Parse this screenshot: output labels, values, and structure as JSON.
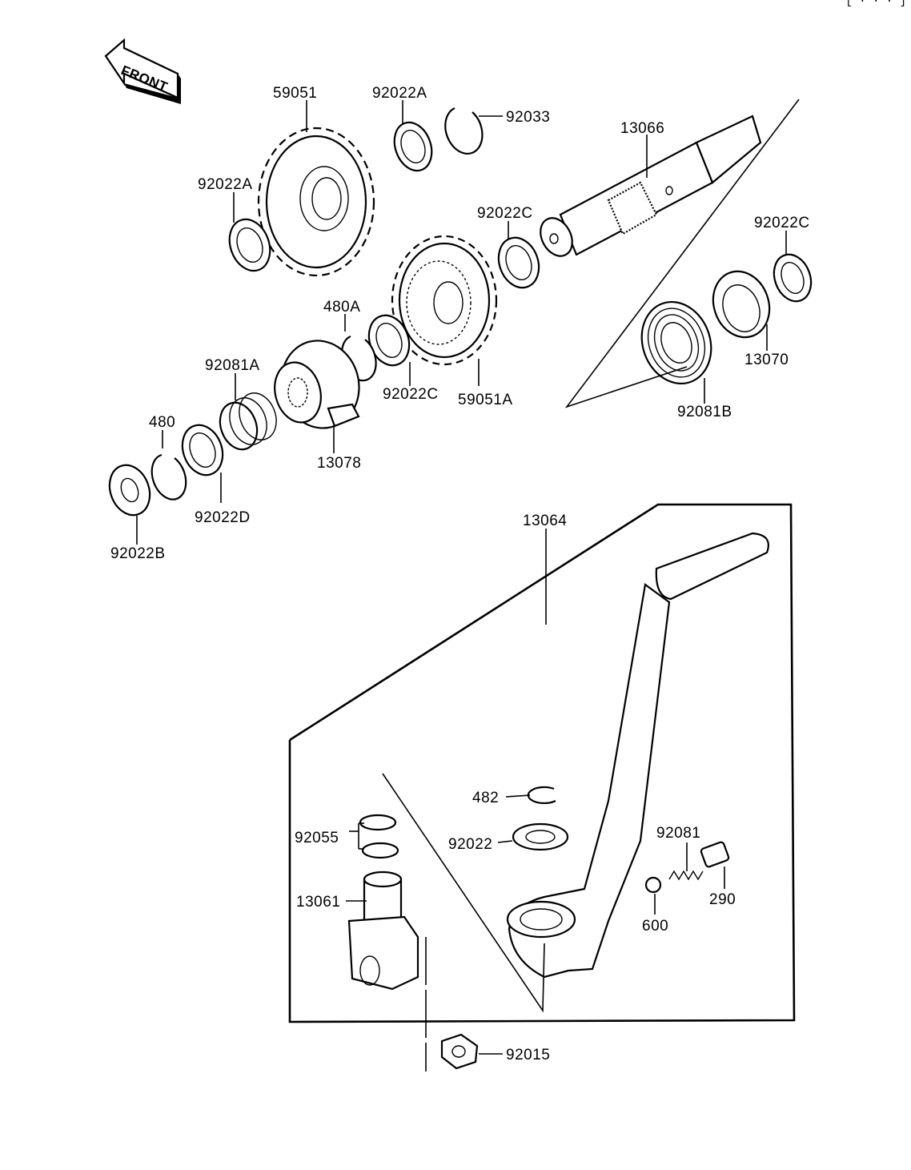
{
  "front_arrow": {
    "label": "FRONT"
  },
  "parts": {
    "p59051": "59051",
    "p92022A_top": "92022A",
    "p92033": "92033",
    "p13066": "13066",
    "p92022A_left": "92022A",
    "p92022C_mid": "92022C",
    "p92022C_right": "92022C",
    "p480A": "480A",
    "p92081A": "92081A",
    "p92022C_low": "92022C",
    "p59051A": "59051A",
    "p13070": "13070",
    "p92081B": "92081B",
    "p480": "480",
    "p13078": "13078",
    "p92022D": "92022D",
    "p92022B": "92022B",
    "p13064": "13064",
    "p482": "482",
    "p92055": "92055",
    "p92022": "92022",
    "p92081": "92081",
    "p13061": "13061",
    "p290": "290",
    "p600": "600",
    "p92015": "92015"
  },
  "icons": [
    "front-arrow-icon",
    "gear-icon",
    "washer-icon",
    "circlip-icon",
    "shaft-icon",
    "spring-icon",
    "kick-pedal-icon",
    "nut-icon",
    "ball-icon",
    "plug-icon"
  ]
}
